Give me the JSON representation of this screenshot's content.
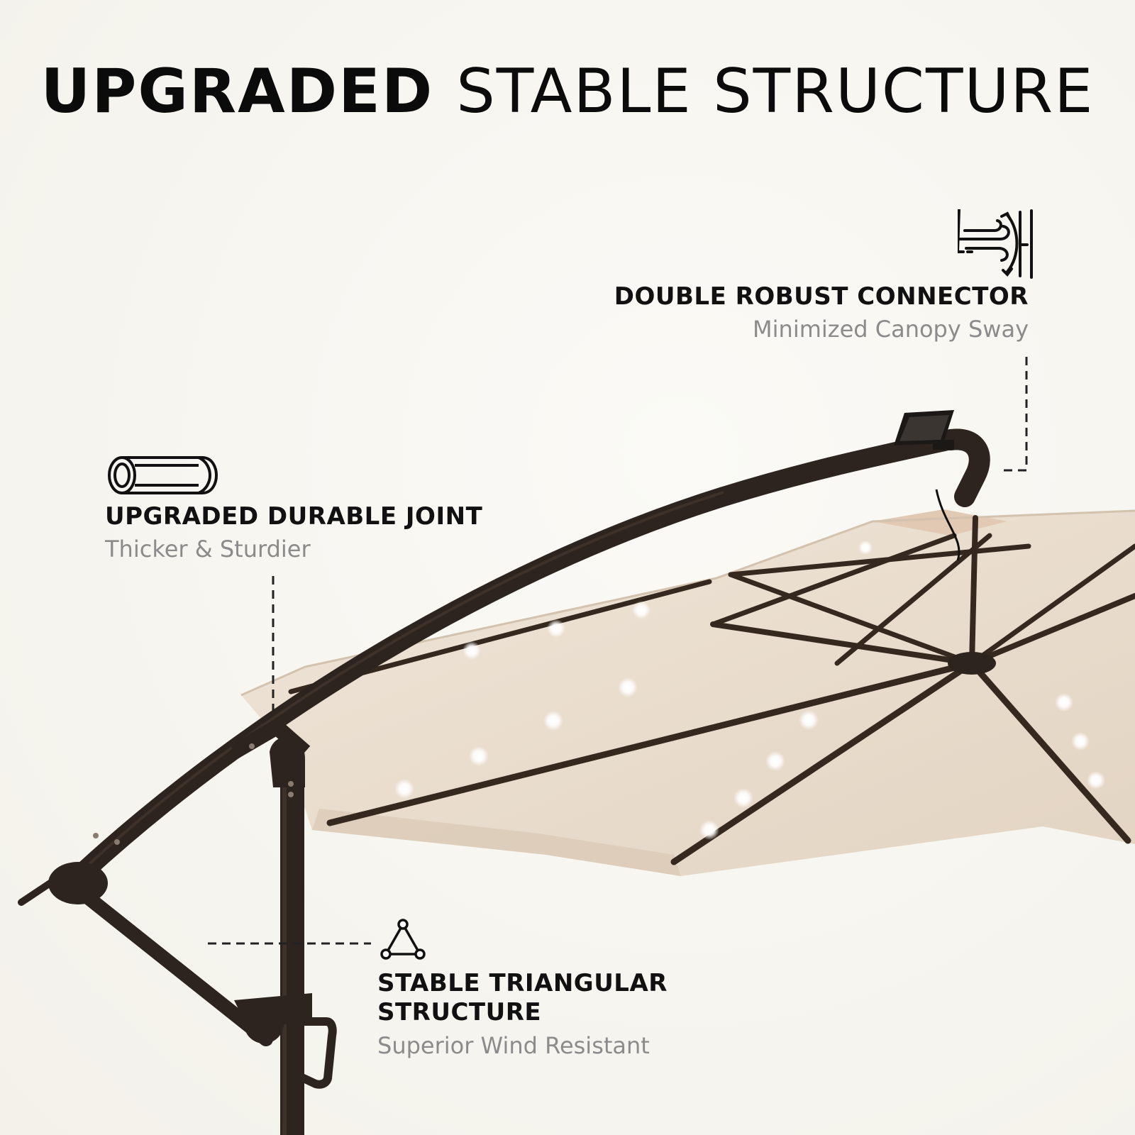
{
  "title": {
    "bold": "UPGRADED",
    "light": "STABLE STRUCTURE"
  },
  "features": {
    "connector": {
      "heading": "DOUBLE ROBUST CONNECTOR",
      "subtitle": "Minimized Canopy Sway",
      "icon": "wind-icon"
    },
    "joint": {
      "heading": "UPGRADED DURABLE JOINT",
      "subtitle": "Thicker & Sturdier",
      "icon": "pipe-icon"
    },
    "triangle": {
      "heading_line1": "STABLE TRIANGULAR",
      "heading_line2": "STRUCTURE",
      "subtitle": "Superior Wind Resistant",
      "icon": "triangle-icon"
    }
  },
  "colors": {
    "canopy": "#e9dccd",
    "frame": "#2e241f",
    "text": "#111111",
    "subtext": "#8b8b8b"
  }
}
